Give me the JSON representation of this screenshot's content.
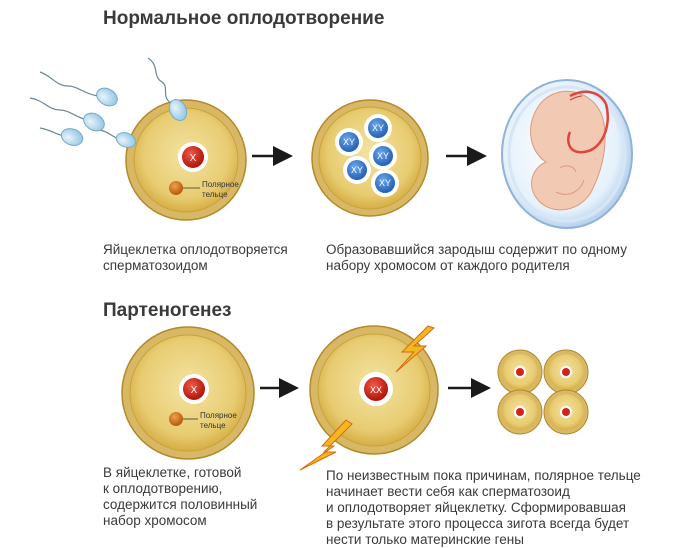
{
  "section_normal": {
    "title": "Нормальное оплодотворение",
    "caption1": [
      "Яйцеклетка оплодотворяется",
      "сперматозоидом"
    ],
    "caption2": [
      "Образовавшийся зародыш содержит по одному",
      "набору хромосом от каждого родителя"
    ]
  },
  "section_parthenogenesis": {
    "title": "Партеногенез",
    "caption1": [
      "В яйцеклетке, готовой",
      "к оплодотворению,",
      "содержится половинный",
      "набор хромосом"
    ],
    "caption2": [
      "По неизвестным пока причинам, полярное тельце",
      "начинает вести себя как сперматозоид",
      "и оплодотворяет яйцеклетку. Сформировавшая",
      "в результате этого процесса зигота всегда будет",
      "нести только материнские гены"
    ]
  },
  "labels": {
    "x": "X",
    "xy": "XY",
    "xx": "XX",
    "polar_body_line1": "Полярное",
    "polar_body_line2": "тельце"
  },
  "colors": {
    "egg_fill": "#e9cf79",
    "egg_ring": "#c79a2a",
    "nucleus_red": "#d0241b",
    "blue_cell": "#3a7fd0",
    "polar_body": "#d77d22",
    "lightning": "#f4b71d",
    "embryo": "#f1c7b1"
  }
}
